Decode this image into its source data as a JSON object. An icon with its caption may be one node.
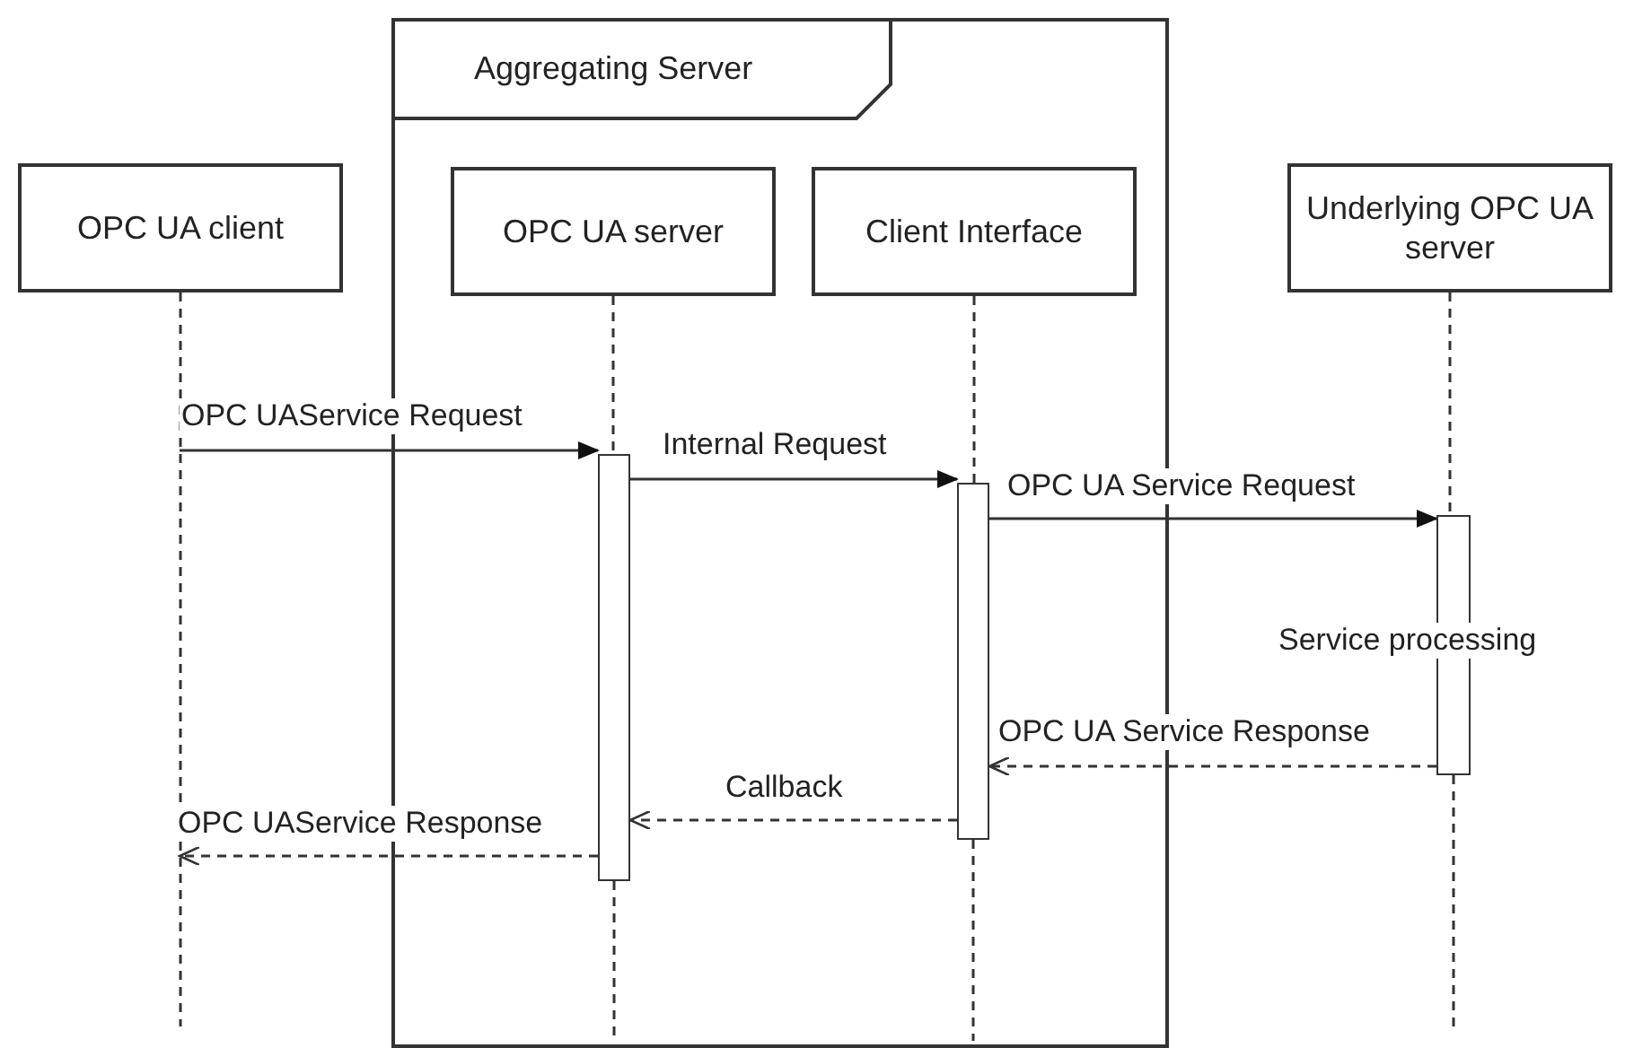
{
  "diagram": {
    "nodes": [
      {
        "text": [
          "Aggregating Server"
        ]
      },
      {
        "text": [
          "OPC UA client"
        ]
      },
      {
        "text": [
          "OPC UA server"
        ],
        "in": 0
      },
      {
        "text": [
          "Client Interface"
        ],
        "in": 0
      },
      {
        "text": [
          "Underlying OPC UA server"
        ]
      },
      {
        "text": [],
        "shape": "bar",
        "in": 0
      },
      {
        "text": [],
        "shape": "bar",
        "in": 0
      },
      {
        "text": [],
        "shape": "bar",
        "beside": [
          "Service processing"
        ]
      }
    ],
    "edges": [
      {
        "from": 1,
        "to": null,
        "arrow": "none",
        "style": "dashed"
      },
      {
        "from": 2,
        "to": 5,
        "arrow": "none",
        "style": "dashed"
      },
      {
        "from": 5,
        "to": null,
        "arrow": "none",
        "style": "dashed"
      },
      {
        "from": 3,
        "to": 6,
        "arrow": "none",
        "style": "dashed"
      },
      {
        "from": 6,
        "to": null,
        "arrow": "none",
        "style": "dashed"
      },
      {
        "from": 4,
        "to": 7,
        "arrow": "none",
        "style": "dashed"
      },
      {
        "from": 7,
        "to": null,
        "arrow": "none",
        "style": "dashed"
      },
      {
        "from": null,
        "to": 5,
        "arrow": "to",
        "label": "OPC UAService Request"
      },
      {
        "from": 5,
        "to": 6,
        "arrow": "to",
        "label": "Internal Request"
      },
      {
        "from": 6,
        "to": 7,
        "arrow": "to",
        "label": "OPC UA Service Request"
      },
      {
        "from": 7,
        "to": 6,
        "arrow": "to",
        "label": "OPC UA Service Response",
        "style": "dashed"
      },
      {
        "from": 6,
        "to": 5,
        "arrow": "to",
        "label": "Callback",
        "style": "dashed"
      },
      {
        "from": 5,
        "to": null,
        "arrow": "to",
        "label": "OPC UAService Response",
        "style": "dashed"
      }
    ]
  }
}
